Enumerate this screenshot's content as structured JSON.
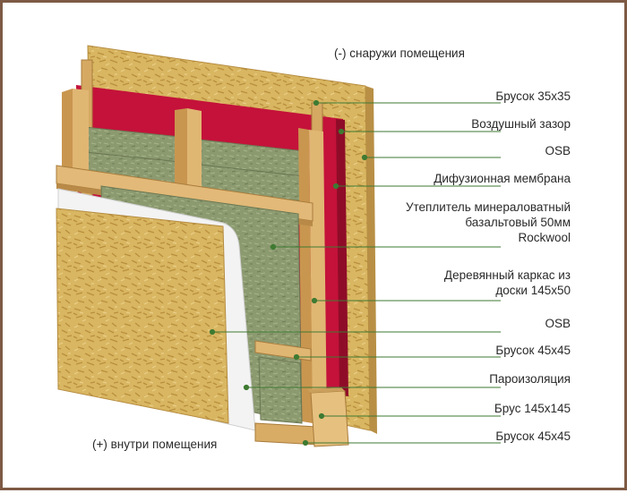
{
  "title_outside": "(-) снаружи помещения",
  "title_inside": "(+) внутри помещения",
  "labels": [
    {
      "id": "brusok-35",
      "text": "Брусок 35х35"
    },
    {
      "id": "air-gap",
      "text": "Воздушный зазор"
    },
    {
      "id": "osb-outer",
      "text": "OSB"
    },
    {
      "id": "diffusion-membrane",
      "text": "Дифузионная мембрана"
    },
    {
      "id": "insulation",
      "lines": [
        "Утеплитель минераловатный",
        "базальтовый 50мм",
        "Rockwool"
      ]
    },
    {
      "id": "frame",
      "lines": [
        "Деревянный каркас из",
        "доски 145х50"
      ]
    },
    {
      "id": "osb-inner",
      "text": "OSB"
    },
    {
      "id": "brusok-45-top",
      "text": "Брусок 45х45"
    },
    {
      "id": "vapor-barrier",
      "text": "Пароизоляция"
    },
    {
      "id": "brus-145",
      "text": "Брус 145х145"
    },
    {
      "id": "brusok-45-bottom",
      "text": "Брусок 45х45"
    }
  ],
  "colors": {
    "osb": "#d8b35c",
    "wood": "#d4a865",
    "membrane": "#c4123a",
    "insulation": "#8c9a70",
    "vapor": "#f4f4f4",
    "leader": "#3e7a32",
    "frame_border": "#7d5a44"
  }
}
